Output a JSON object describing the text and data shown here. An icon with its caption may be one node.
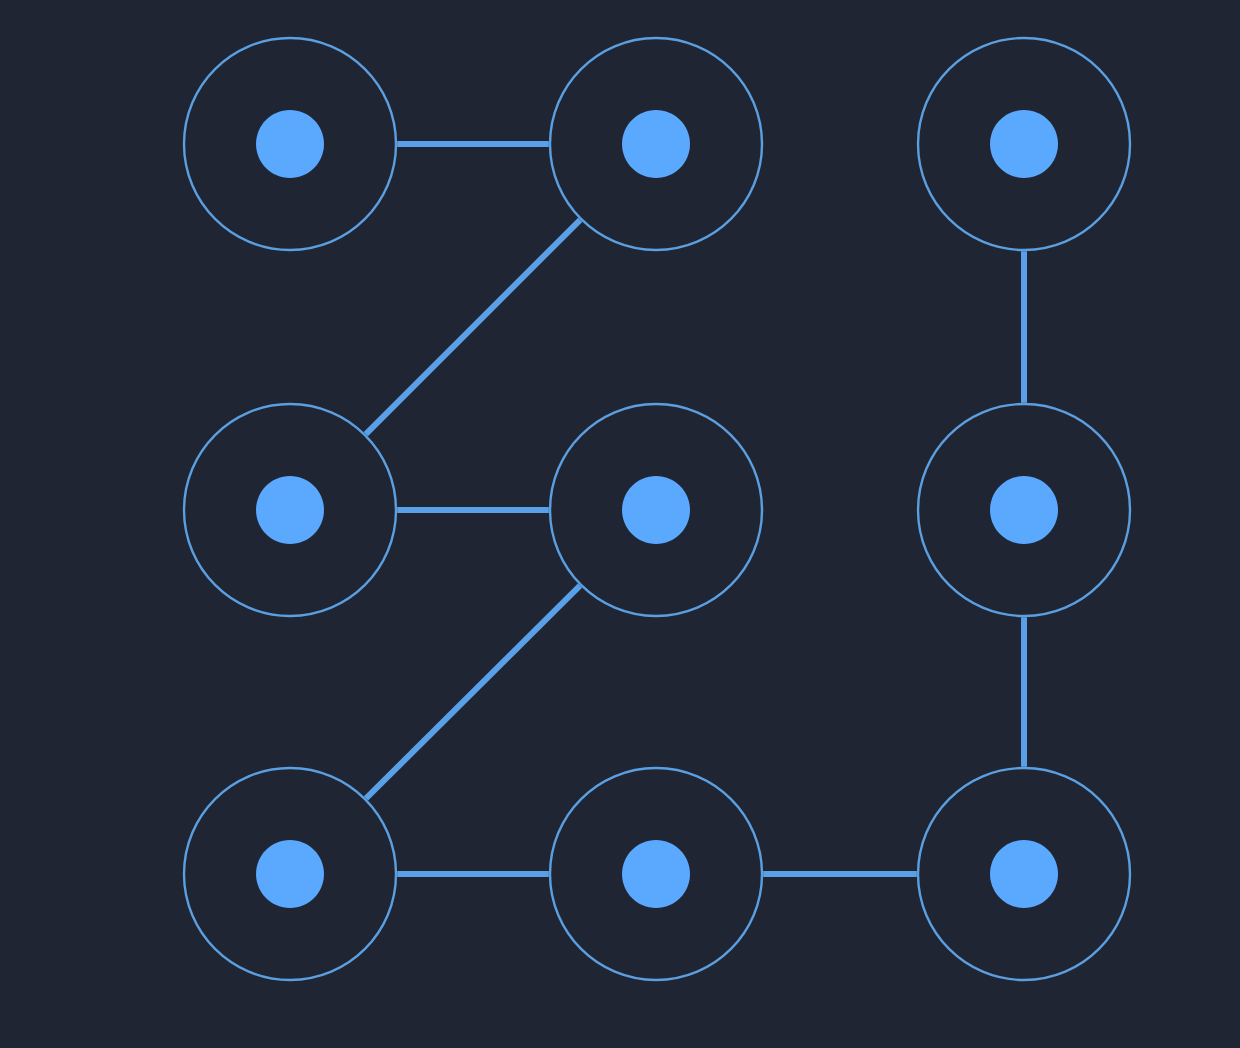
{
  "diagram": {
    "nodes": [
      {
        "text": [],
        "shape": "circle"
      },
      {
        "text": [],
        "shape": "circle"
      },
      {
        "text": [],
        "shape": "circle"
      },
      {
        "text": [],
        "shape": "circle"
      },
      {
        "text": [],
        "shape": "circle"
      },
      {
        "text": [],
        "shape": "circle"
      },
      {
        "text": [],
        "shape": "circle"
      },
      {
        "text": [],
        "shape": "circle"
      },
      {
        "text": [],
        "shape": "circle"
      }
    ],
    "edges": [
      {
        "from": 0,
        "to": 1,
        "arrow": "none"
      },
      {
        "from": 1,
        "to": 3,
        "arrow": "none"
      },
      {
        "from": 3,
        "to": 4,
        "arrow": "none"
      },
      {
        "from": 4,
        "to": 6,
        "arrow": "none"
      },
      {
        "from": 6,
        "to": 7,
        "arrow": "none"
      },
      {
        "from": 7,
        "to": 8,
        "arrow": "none"
      },
      {
        "from": 8,
        "to": 5,
        "arrow": "none"
      },
      {
        "from": 5,
        "to": 2,
        "arrow": "none"
      }
    ]
  }
}
